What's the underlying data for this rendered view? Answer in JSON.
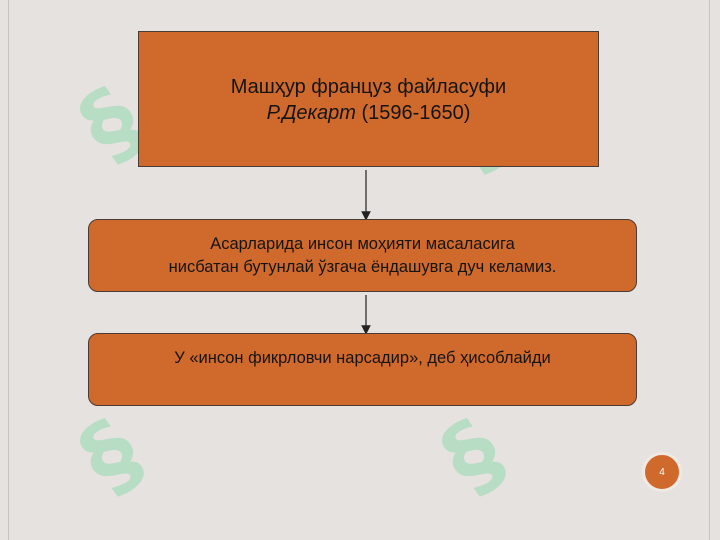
{
  "nodes": {
    "top": {
      "line1": "Машҳур француз файласуфи",
      "name": "Р.Декарт",
      "years": "(1596-1650)"
    },
    "middle": {
      "line1": "Асарларида инсон моҳияти масаласига",
      "line2": "нисбатан бутунлай ўзгача ёндашувга дуч келамиз."
    },
    "bottom": {
      "line1": "У «инсон фикрловчи нарсадир», деб ҳисоблайди"
    }
  },
  "page_number": "4",
  "colors": {
    "box_fill": "#d0692c",
    "box_border": "#4a3b34",
    "background": "#e6e2df",
    "watermark": "#7fd7a6"
  }
}
